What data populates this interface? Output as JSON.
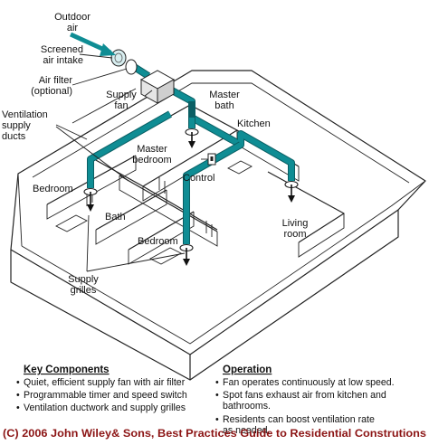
{
  "diagram": {
    "labels": {
      "outdoor_air": "Outdoor\nair",
      "screened_intake": "Screened\nair intake",
      "air_filter": "Air filter\n(optional)",
      "ventilation_ducts": "Ventilation\nsupply\nducts",
      "supply_fan": "Supply\nfan",
      "master_bath": "Master\nbath",
      "kitchen": "Kitchen",
      "master_bedroom": "Master\nbedroom",
      "control": "Control",
      "bedroom_1": "Bedroom",
      "bath": "Bath",
      "bedroom_2": "Bedroom",
      "living_room": "Living\nroom",
      "supply_grilles": "Supply\ngrilles"
    },
    "colors": {
      "duct": "#0f8d94",
      "credit": "#8c1515",
      "line": "#222222"
    },
    "icons": [
      "outdoor-air-arrow-icon",
      "air-intake-screen-icon",
      "supply-fan-box-icon",
      "supply-grille-icon",
      "control-switch-icon"
    ]
  },
  "key_components": {
    "heading": "Key Components",
    "items": [
      "Quiet, efficient supply fan with air filter",
      "Programmable timer and speed switch",
      "Ventilation ductwork and supply grilles"
    ]
  },
  "operation": {
    "heading": "Operation",
    "items": [
      "Fan operates continuously at low speed.",
      "Spot fans exhaust air from kitchen and\nbathrooms.",
      "Residents can boost ventilation rate\nas needed."
    ]
  },
  "credit": "(C) 2006 John Wiley& Sons, Best Practices Guide to Residential Construtions"
}
